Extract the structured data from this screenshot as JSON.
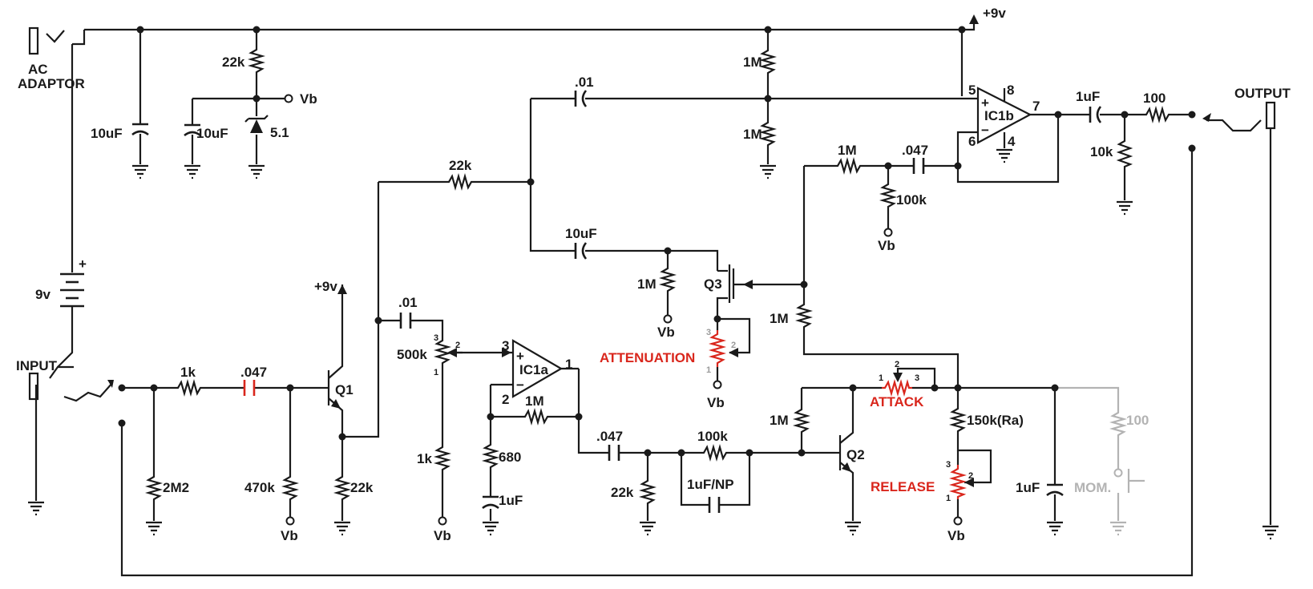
{
  "supply": {
    "plus9v_top": "+9v",
    "plus9v_q1": "+9v",
    "battery": "9v",
    "battery_plus": "+"
  },
  "jacks": {
    "ac_adaptor_line1": "AC",
    "ac_adaptor_line2": "ADAPTOR",
    "input": "INPUT",
    "output": "OUTPUT"
  },
  "components": {
    "c_adaptor": "10uF",
    "r_bias": "22k",
    "c_bias": "10uF",
    "zener": "5.1",
    "vb_bias": "Vb",
    "r_1m_top": "1M",
    "r_1m_mid": "1M",
    "c_01_top": ".01",
    "r_22k_mid": "22k",
    "c_10uf_mid": "10uF",
    "r_1m_q3": "1M",
    "vb_q3gate": "Vb",
    "q3": "Q3",
    "r_1m_right": "1M",
    "c_047_right": ".047",
    "r_100k_right": "100k",
    "vb_right": "Vb",
    "r_1m_q3drain": "1M",
    "c_1uf_out": "1uF",
    "r_100_out": "100",
    "r_10k_out": "10k",
    "r_1k_in": "1k",
    "c_047_in": ".047",
    "r_2m2": "2M2",
    "r_470k": "470k",
    "vb_470k": "Vb",
    "q1": "Q1",
    "r_22k_q1": "22k",
    "c_01_pot": ".01",
    "pot_500k": "500k",
    "r_1k_pot": "1k",
    "vb_pot": "Vb",
    "r_1m_fb": "1M",
    "r_680": "680",
    "c_1uf_680": "1uF",
    "c_047_mid": ".047",
    "r_22k_gnd": "22k",
    "r_100k_mid": "100k",
    "c_1uf_np": "1uF/NP",
    "r_1m_q2": "1M",
    "q2": "Q2",
    "r_150k": "150k(Ra)",
    "vb_release": "Vb",
    "vb_atten": "Vb",
    "c_1uf_right": "1uF",
    "r_100_mom": "100",
    "mom": "MOM."
  },
  "ics": {
    "ic1a": "IC1a",
    "ic1b": "IC1b"
  },
  "pins": {
    "ic1a_3": "3",
    "ic1a_2": "2",
    "ic1a_1": "1",
    "ic1b_5": "5",
    "ic1b_6": "6",
    "ic1b_7": "7",
    "ic1b_8": "8",
    "ic1b_4": "4",
    "pot500_3": "3",
    "pot500_2": "2",
    "pot500_1": "1",
    "att_3": "3",
    "att_2": "2",
    "att_1": "1",
    "atk_1": "1",
    "atk_2": "2",
    "atk_3": "3",
    "rel_3": "3",
    "rel_2": "2",
    "rel_1": "1",
    "plus": "+",
    "minus": "−"
  },
  "controls": {
    "attenuation": "ATTENUATION",
    "attack": "ATTACK",
    "release": "RELEASE"
  },
  "colors": {
    "ink": "#1a1a1a",
    "control_red": "#d9261c",
    "optional_gray": "#b3b3b3"
  }
}
